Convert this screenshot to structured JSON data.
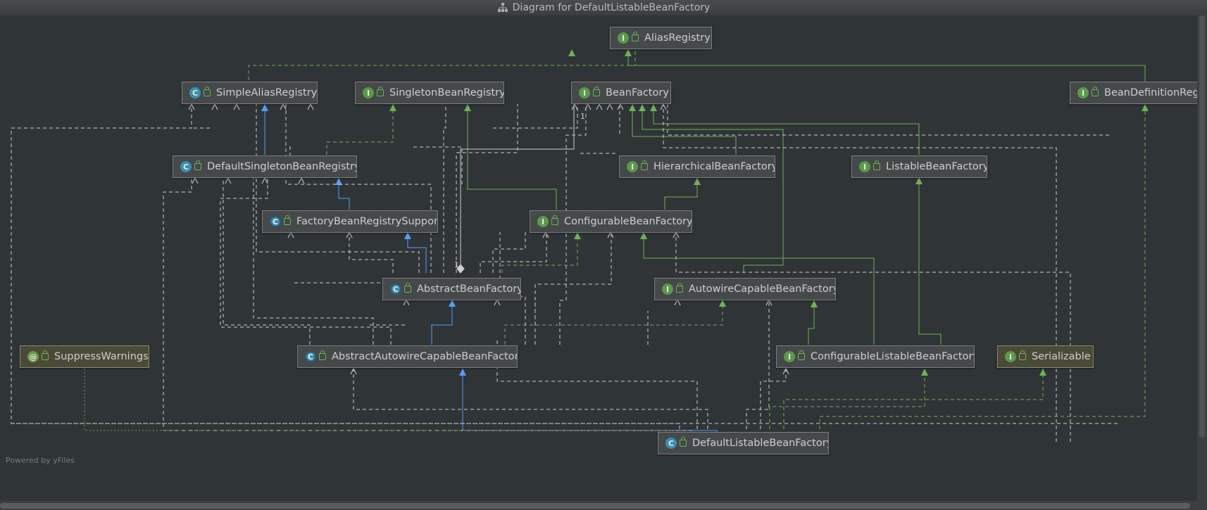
{
  "window": {
    "title": "Diagram for DefaultListableBeanFactory"
  },
  "footer": {
    "text": "Powered by yFiles"
  },
  "colors": {
    "background": "#2f3437",
    "extends_class": "#589df6",
    "implements_interface": "#6fb256",
    "dependency": "#cccccc",
    "annotation": "#8a9a3a"
  },
  "nodes": [
    {
      "id": "AliasRegistry",
      "kind": "I",
      "label": "AliasRegistry"
    },
    {
      "id": "SimpleAliasRegistry",
      "kind": "C",
      "label": "SimpleAliasRegistry"
    },
    {
      "id": "SingletonBeanRegistry",
      "kind": "I",
      "label": "SingletonBeanRegistry"
    },
    {
      "id": "BeanFactory",
      "kind": "I",
      "label": "BeanFactory"
    },
    {
      "id": "BeanDefinitionRegistry",
      "kind": "I",
      "label": "BeanDefinitionReg"
    },
    {
      "id": "DefaultSingletonBeanRegistry",
      "kind": "C",
      "label": "DefaultSingletonBeanRegistry"
    },
    {
      "id": "HierarchicalBeanFactory",
      "kind": "I",
      "label": "HierarchicalBeanFactory"
    },
    {
      "id": "ListableBeanFactory",
      "kind": "I",
      "label": "ListableBeanFactory"
    },
    {
      "id": "FactoryBeanRegistrySupport",
      "kind": "AC",
      "label": "FactoryBeanRegistrySupport"
    },
    {
      "id": "ConfigurableBeanFactory",
      "kind": "I",
      "label": "ConfigurableBeanFactory"
    },
    {
      "id": "AbstractBeanFactory",
      "kind": "AC",
      "label": "AbstractBeanFactory"
    },
    {
      "id": "AutowireCapableBeanFactory",
      "kind": "I",
      "label": "AutowireCapableBeanFactory"
    },
    {
      "id": "SuppressWarnings",
      "kind": "@",
      "label": "SuppressWarnings"
    },
    {
      "id": "AbstractAutowireCapableBeanFactory",
      "kind": "AC",
      "label": "AbstractAutowireCapableBeanFactory"
    },
    {
      "id": "ConfigurableListableBeanFactory",
      "kind": "I",
      "label": "ConfigurableListableBeanFactory"
    },
    {
      "id": "Serializable",
      "kind": "I",
      "label": "Serializable"
    },
    {
      "id": "DefaultListableBeanFactory",
      "kind": "C",
      "label": "DefaultListableBeanFactory"
    }
  ],
  "multiplicity_labels": [
    "1",
    "1"
  ]
}
